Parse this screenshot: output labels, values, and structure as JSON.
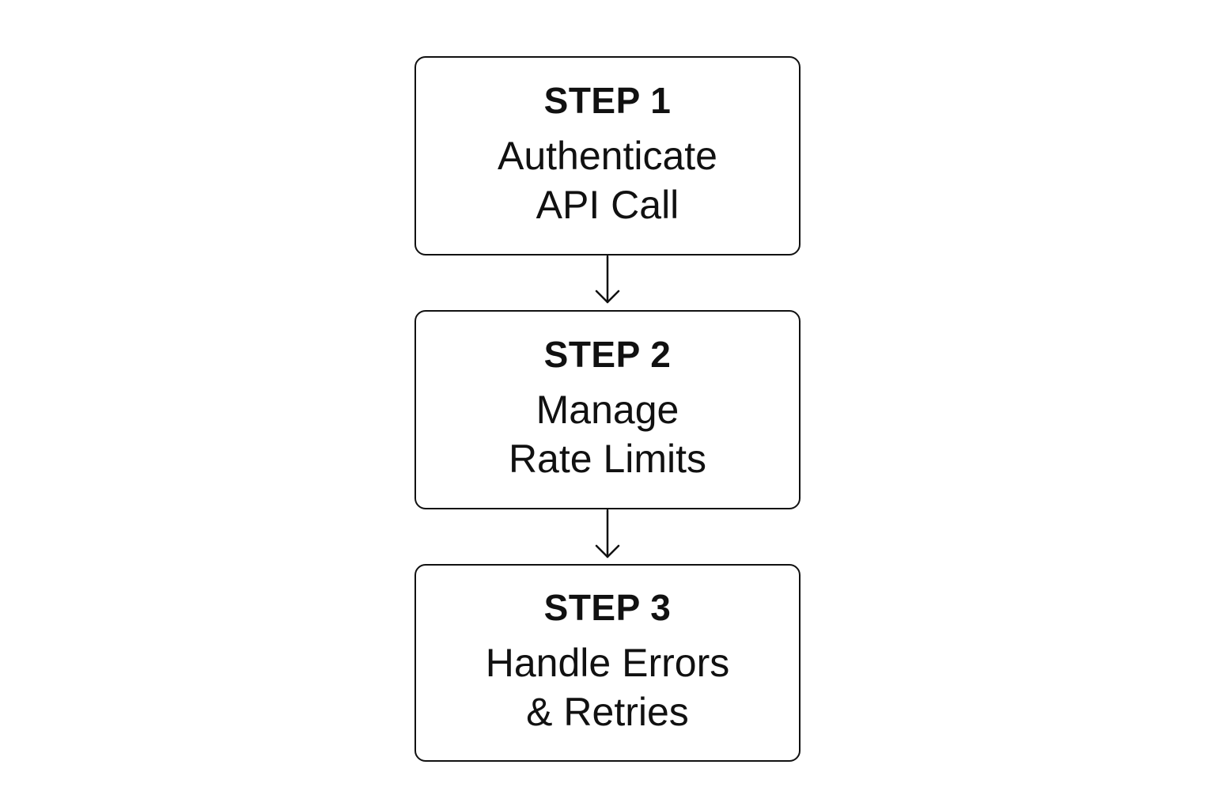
{
  "steps": [
    {
      "label": "STEP 1",
      "lines": [
        "Authenticate",
        "API Call"
      ]
    },
    {
      "label": "STEP 2",
      "lines": [
        "Manage",
        "Rate Limits"
      ]
    },
    {
      "label": "STEP 3",
      "lines": [
        "Handle Errors",
        "& Retries"
      ]
    }
  ],
  "colors": {
    "stroke": "#111111",
    "background": "#ffffff"
  }
}
